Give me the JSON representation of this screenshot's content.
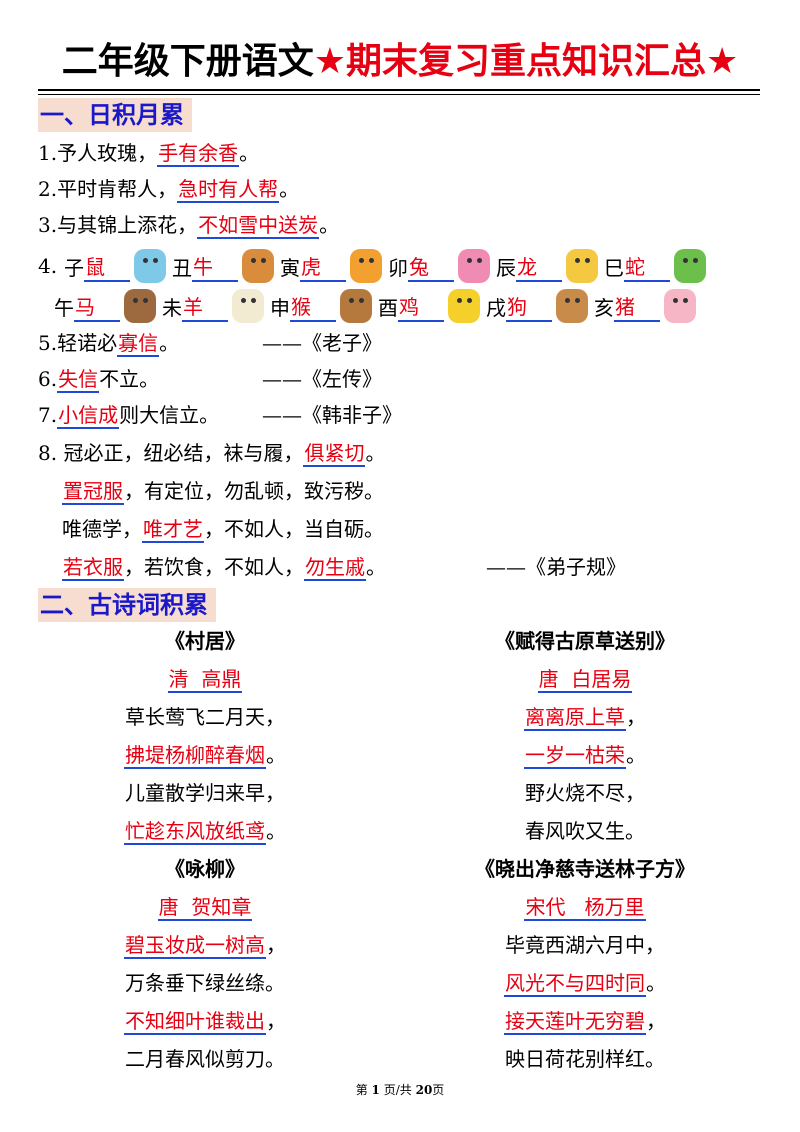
{
  "title": {
    "black": "二年级下册语文",
    "red": "★期末复习重点知识汇总★"
  },
  "section1": {
    "heading": "一、日积月累"
  },
  "items": {
    "i1": {
      "pre": "1.予人玫瑰，",
      "ans": "手有余香",
      "post": "。"
    },
    "i2": {
      "pre": "2.平时肯帮人，",
      "ans": "急时有人帮",
      "post": "。"
    },
    "i3": {
      "pre": "3.与其锦上添花，",
      "ans": "不如雪中送炭",
      "post": "。"
    },
    "i5": {
      "pre": "5.轻诺必",
      "ans": "寡信",
      "post": "。",
      "source": "——《老子》"
    },
    "i6": {
      "pre": "6.",
      "ans": "失信",
      "post": "不立。",
      "source": "——《左传》"
    },
    "i7": {
      "pre": "7.",
      "ans": "小信成",
      "post": "则大信立。",
      "source": "——《韩非子》"
    },
    "i8a": {
      "pre": "8. 冠必正，纽必结，袜与履，",
      "ans": "俱紧切",
      "post": "。"
    },
    "i8b": {
      "ans": "置冠服",
      "post": "，有定位，勿乱顿，致污秽。"
    },
    "i8c": {
      "pre": "唯德学，",
      "ans": "唯才艺",
      "post": "，不如人，当自砺。"
    },
    "i8d": {
      "ans": "若衣服",
      "mid": "，若饮食，不如人，",
      "ans2": "勿生戚",
      "post": "。",
      "source": "——《弟子规》"
    }
  },
  "zodiac": {
    "prefix": "4.",
    "row1": [
      {
        "branch": "子",
        "animal": "鼠",
        "icon": "mouse-icon",
        "color": "#7ec8e8"
      },
      {
        "branch": "丑",
        "animal": "牛",
        "icon": "ox-icon",
        "color": "#d98c3c"
      },
      {
        "branch": "寅",
        "animal": "虎",
        "icon": "tiger-icon",
        "color": "#f2a030"
      },
      {
        "branch": "卯",
        "animal": "兔",
        "icon": "rabbit-icon",
        "color": "#f08cb4"
      },
      {
        "branch": "辰",
        "animal": "龙",
        "icon": "dragon-icon",
        "color": "#f5c842"
      },
      {
        "branch": "巳",
        "animal": "蛇",
        "icon": "snake-icon",
        "color": "#6cbf4a"
      }
    ],
    "row2": [
      {
        "branch": "午",
        "animal": "马",
        "icon": "horse-icon",
        "color": "#9c6a3e"
      },
      {
        "branch": "未",
        "animal": "羊",
        "icon": "sheep-icon",
        "color": "#f3ead2"
      },
      {
        "branch": "申",
        "animal": "猴",
        "icon": "monkey-icon",
        "color": "#b5793e"
      },
      {
        "branch": "酉",
        "animal": "鸡",
        "icon": "rooster-icon",
        "color": "#f5d02a"
      },
      {
        "branch": "戌",
        "animal": "狗",
        "icon": "dog-icon",
        "color": "#c98b4a"
      },
      {
        "branch": "亥",
        "animal": "猪",
        "icon": "pig-icon",
        "color": "#f6b6c6"
      }
    ]
  },
  "section2": {
    "heading": "二、古诗词积累"
  },
  "poems": {
    "cunju": {
      "title": "《村居》",
      "author": "清  高鼎",
      "lines": [
        {
          "text": "草长莺飞二月天，",
          "ans": false
        },
        {
          "text": "拂堤杨柳醉春烟",
          "ans": true,
          "post": "。"
        },
        {
          "text": "儿童散学归来早，",
          "ans": false
        },
        {
          "text": "忙趁东风放纸鸢",
          "ans": true,
          "post": "。"
        }
      ]
    },
    "fude": {
      "title": "《赋得古原草送别》",
      "author": "唐  白居易",
      "lines": [
        {
          "text": "离离原上草",
          "ans": true,
          "post": "，"
        },
        {
          "text": "一岁一枯荣",
          "ans": true,
          "post": "。"
        },
        {
          "text": "野火烧不尽，",
          "ans": false
        },
        {
          "text": "春风吹又生。",
          "ans": false
        }
      ]
    },
    "yongliu": {
      "title": "《咏柳》",
      "author": "唐  贺知章",
      "lines": [
        {
          "text": "碧玉妆成一树高",
          "ans": true,
          "post": "，"
        },
        {
          "text": "万条垂下绿丝绦。",
          "ans": false
        },
        {
          "text": "不知细叶谁裁出",
          "ans": true,
          "post": "，"
        },
        {
          "text": "二月春风似剪刀。",
          "ans": false
        }
      ]
    },
    "xiaochu": {
      "title": "《晓出净慈寺送林子方》",
      "author": "宋代   杨万里",
      "lines": [
        {
          "text": "毕竟西湖六月中，",
          "ans": false
        },
        {
          "text": "风光不与四时同",
          "ans": true,
          "post": "。"
        },
        {
          "text": "接天莲叶无穷碧",
          "ans": true,
          "post": "，"
        },
        {
          "text": "映日荷花别样红。",
          "ans": false
        }
      ]
    }
  },
  "footer": {
    "pre": "第",
    "page": "1",
    "mid": "页/共",
    "total": "20",
    "post": "页"
  }
}
